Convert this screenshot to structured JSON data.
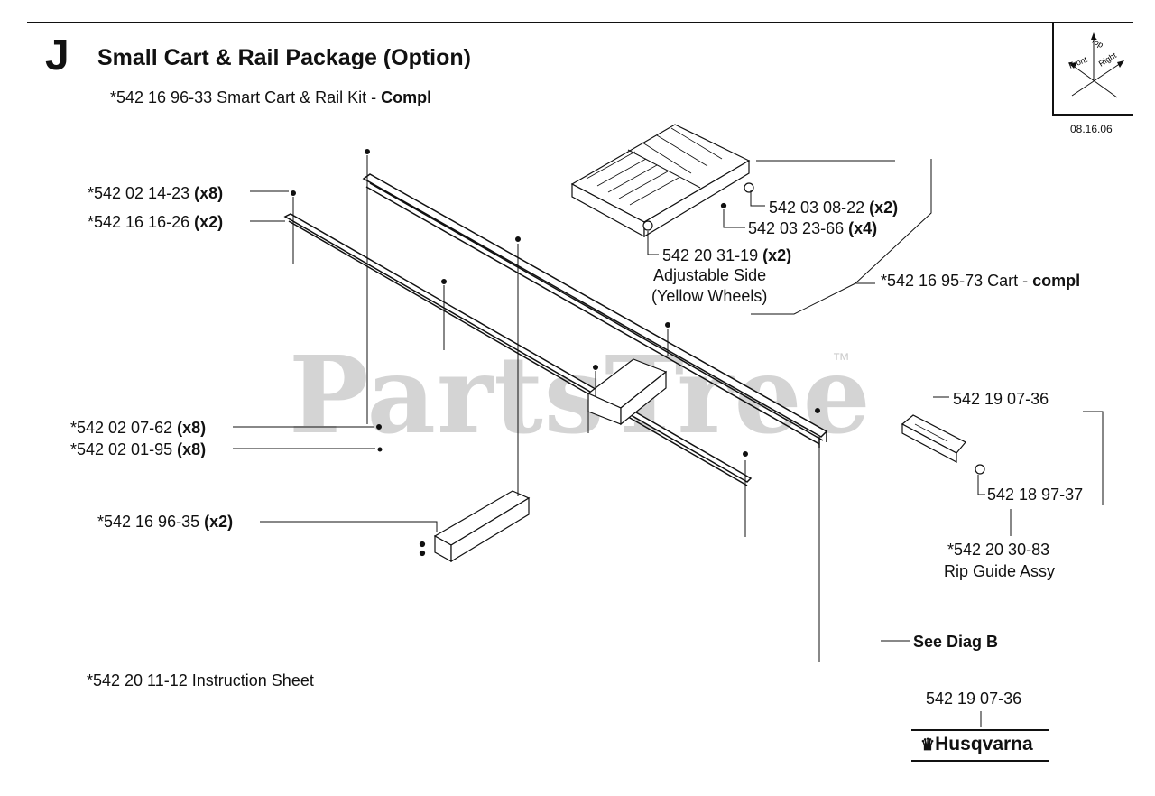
{
  "header": {
    "section_letter": "J",
    "title": "Small Cart & Rail Package (Option)",
    "kit_number": "*542 16 96-33 Smart Cart & Rail Kit - ",
    "kit_suffix": "Compl",
    "date": "08.16.06"
  },
  "orientation": {
    "top": "Top",
    "front": "Front",
    "right": "Right"
  },
  "watermark": {
    "text": "PartsTree",
    "tm": "™"
  },
  "labels": {
    "screw_top": {
      "part": "*542 02 14-23 ",
      "qty": "(x8)"
    },
    "rail_strip": {
      "part": "*542 16 16-26 ",
      "qty": "(x2)"
    },
    "nut_1": {
      "part": "*542 02 07-62 ",
      "qty": "(x8)"
    },
    "washer_1": {
      "part": "*542 02 01-95 ",
      "qty": "(x8)"
    },
    "bracket": {
      "part": "*542 16 96-35 ",
      "qty": "(x2)"
    },
    "wheel_knob": {
      "part": "542 03 08-22 ",
      "qty": "(x2)"
    },
    "wheel_nut": {
      "part": "542 03 23-66 ",
      "qty": "(x4)"
    },
    "adjustable_side": {
      "part": "542 20 31-19 ",
      "qty": "(x2)",
      "line1": "Adjustable Side",
      "line2": "(Yellow Wheels)"
    },
    "cart": {
      "part": "*542 16 95-73 Cart - ",
      "qty": "compl"
    },
    "rip_guide_top": {
      "part": "542 19 07-36"
    },
    "rip_guide_knob": {
      "part": "542 18 97-37"
    },
    "rip_guide_assy": {
      "part": "*542 20 30-83",
      "name": "Rip Guide Assy"
    },
    "see_diag": {
      "text": "See Diag B"
    },
    "instruction_sheet": {
      "text": "*542 20 11-12 Instruction Sheet"
    },
    "footer_part": {
      "text": "542 19 07-36"
    }
  },
  "brand": {
    "name": "Husqvarna"
  }
}
